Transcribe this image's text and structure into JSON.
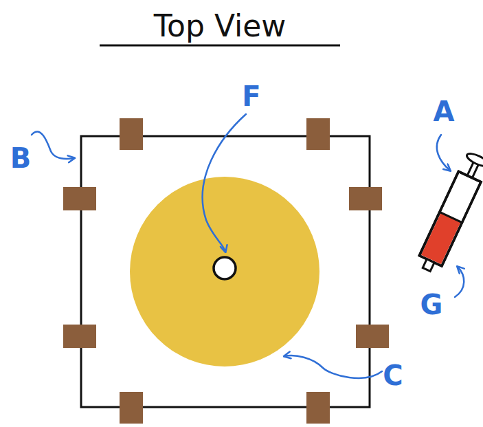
{
  "diagram": {
    "title": "Top View",
    "labels": [
      "F",
      "A",
      "B",
      "G",
      "C"
    ]
  }
}
